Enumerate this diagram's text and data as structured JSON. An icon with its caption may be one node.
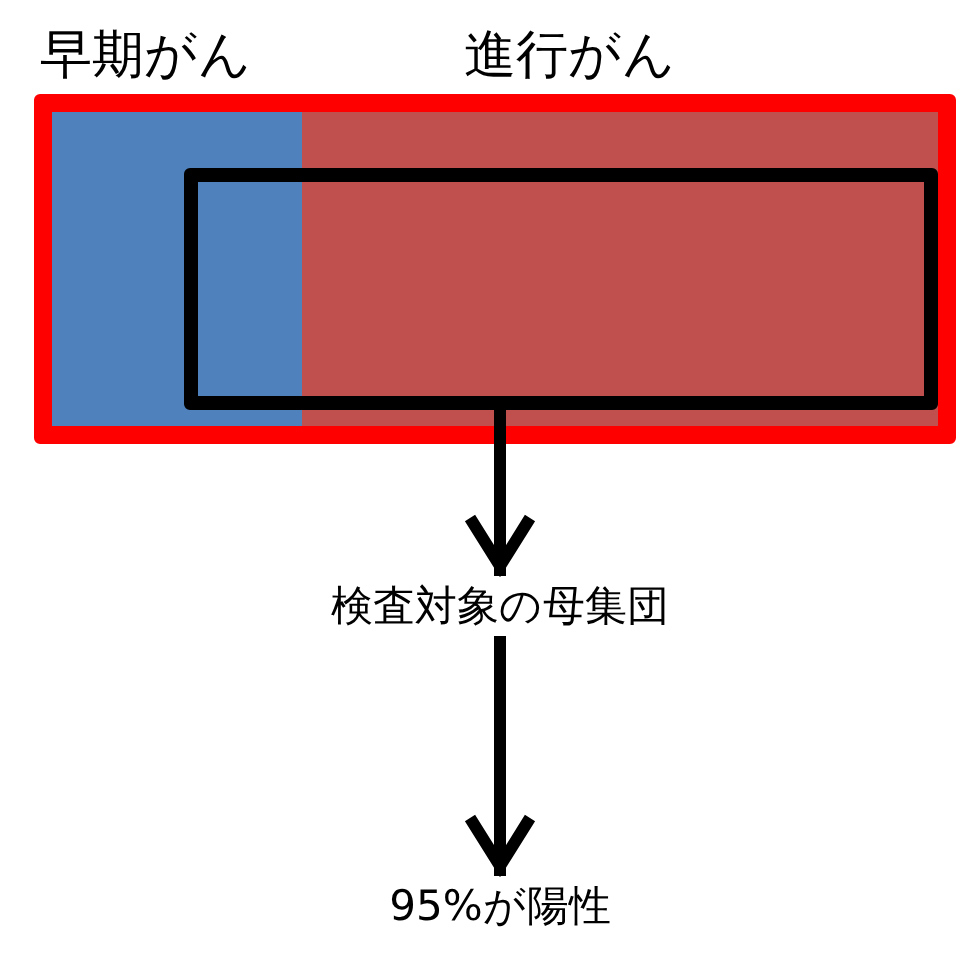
{
  "diagram": {
    "nodes": [
      {
        "text": [],
        "shape": "box"
      },
      {
        "text": [
          "早期がん"
        ],
        "in": 0
      },
      {
        "text": [
          "進行がん"
        ],
        "in": 0
      },
      {
        "text": [],
        "shape": "box",
        "in": 0
      },
      {
        "text": [
          "検査対象の母集団"
        ]
      },
      {
        "text": [
          "95%が陽性"
        ]
      }
    ],
    "edges": [
      {
        "from": 3,
        "to": 4,
        "arrow": "to"
      },
      {
        "from": 4,
        "to": 5,
        "arrow": "to"
      }
    ]
  }
}
